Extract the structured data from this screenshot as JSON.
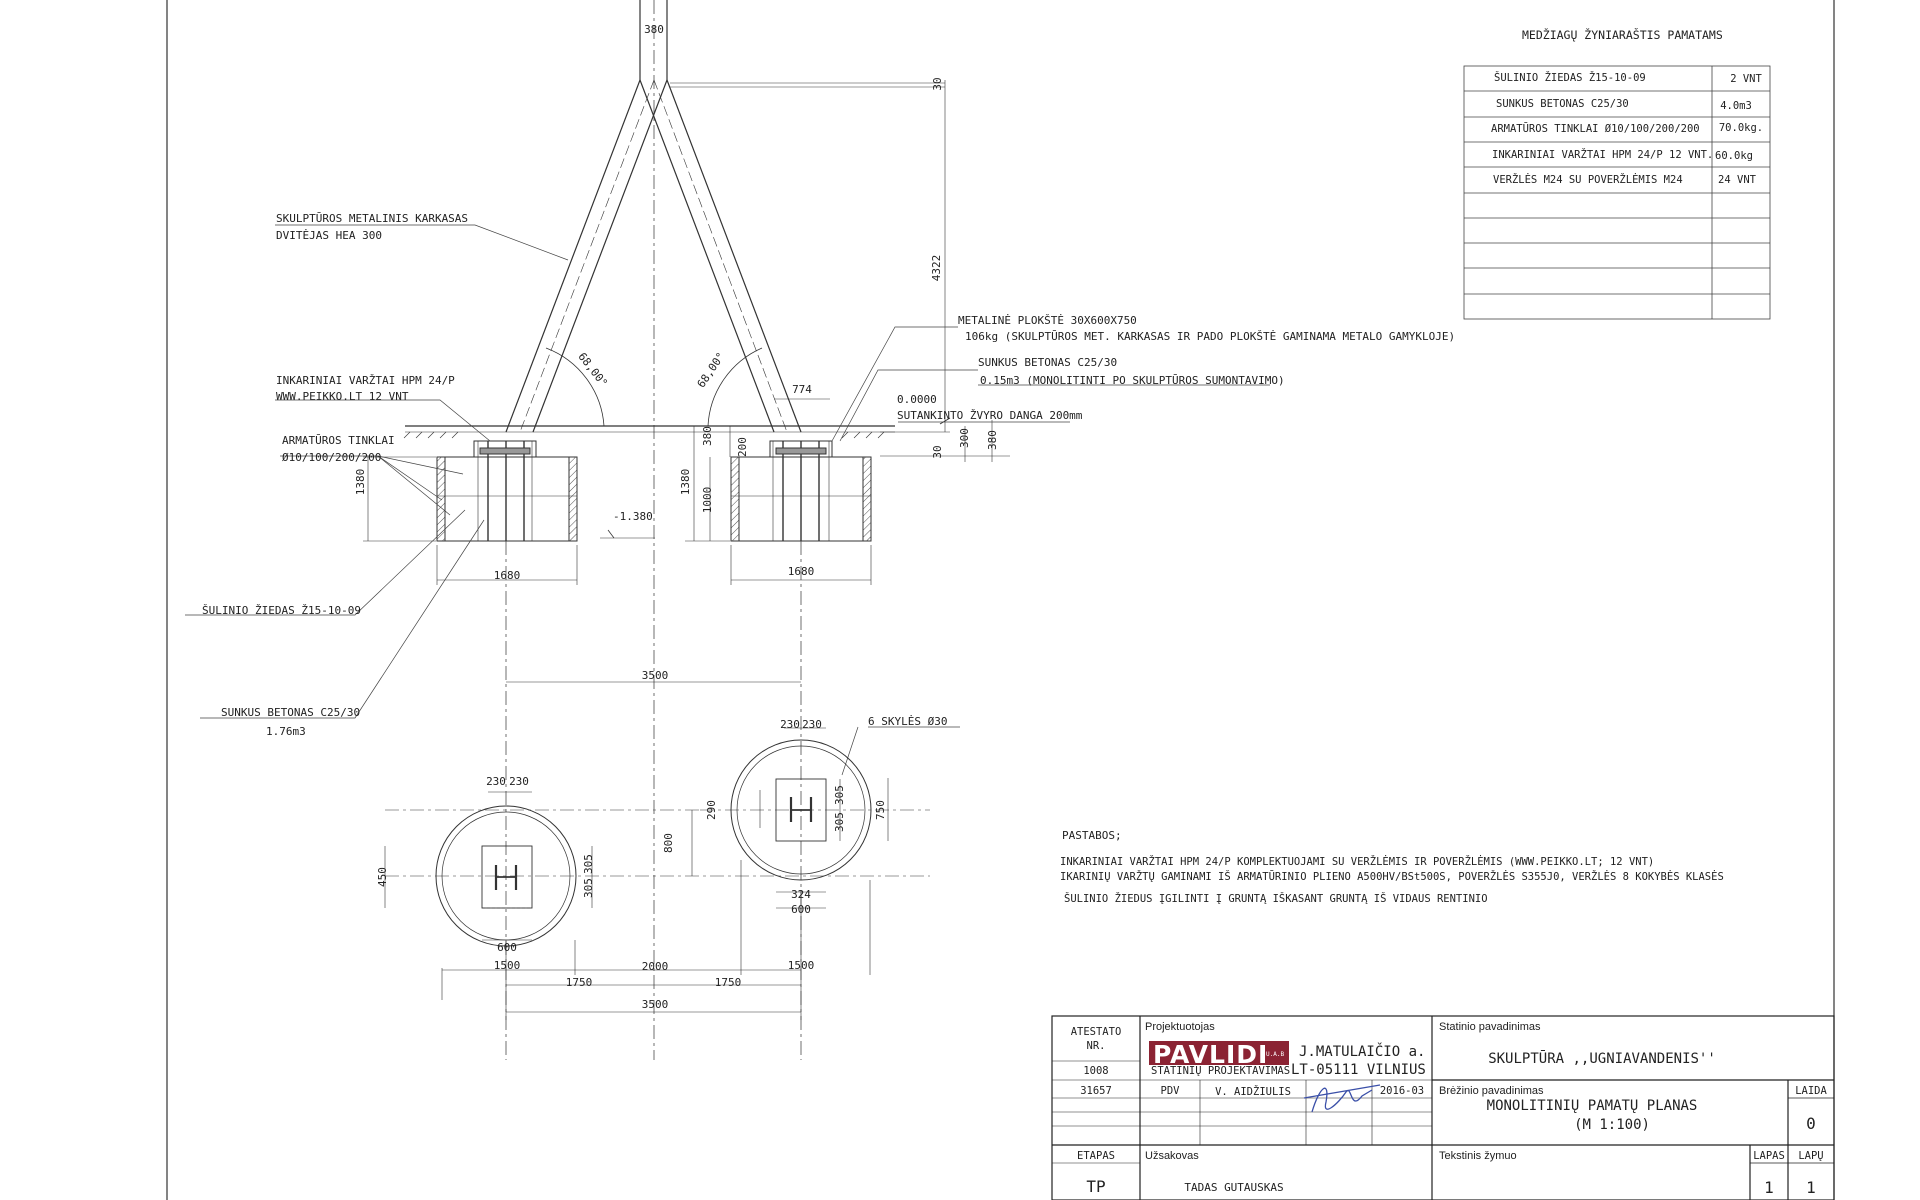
{
  "table": {
    "title": "MEDŽIAGŲ ŽYNIARAŠTIS PAMATAMS",
    "rows": [
      {
        "name": "ŠULINIO ŽIEDAS Ž15-10-09",
        "qty": "2 VNT"
      },
      {
        "name": "SUNKUS BETONAS C25/30",
        "qty": "4.0m3"
      },
      {
        "name": "ARMATŪROS TINKLAI  Ø10/100/200/200",
        "qty": "70.0kg."
      },
      {
        "name": "INKARINIAI VARŽTAI HPM 24/P 12 VNT.",
        "qty": "60.0kg"
      },
      {
        "name": "VERŽLĖS M24 SU POVERŽLĖMIS M24",
        "qty": "24 VNT"
      }
    ]
  },
  "labels": {
    "frame": "SKULPTŪROS METALINIS KARKASAS",
    "frame2": "DVITĖJAS    HEA 300",
    "anchors": "INKARINIAI VARŽTAI HPM 24/P",
    "anchors2": "WWW.PEIKKO.LT 12 VNT",
    "rebar": "ARMATŪROS TINKLAI",
    "rebar2": "Ø10/100/200/200",
    "ring": "ŠULINIO ŽIEDAS Ž15-10-09",
    "concrete": "SUNKUS BETONAS C25/30",
    "concrete2": "1.76m3",
    "plate": "METALINĖ PLOKŠTĖ 30X600X750",
    "plate2": "106kg (SKULPTŪROS MET. KARKASAS IR PADO PLOKŠTĖ GAMINAMA METALO GAMYKLOJE)",
    "conc_top": "SUNKUS BETONAS C25/30",
    "conc_top2": "0.15m3  (MONOLITINTI PO SKULPTŪROS SUMONTAVIMO)",
    "level0": "0.0000",
    "gravel": "SUTANKINTO ŽVYRO DANGA 200mm",
    "level_neg": "-1.380",
    "holes": "6 SKYLĖS Ø30"
  },
  "dims": {
    "d380top": "380",
    "d30a": "30",
    "d4322": "4322",
    "d30b": "30",
    "d380": "380",
    "d300": "300",
    "d200": "200",
    "d380b": "380",
    "d1380a": "1380",
    "d1380b": "1380",
    "d1000": "1000",
    "d774": "774",
    "d1680a": "1680",
    "d1680b": "1680",
    "d3500a": "3500",
    "a1": "68,00°",
    "a2": "68,00°",
    "p230a": "230",
    "p230b": "230",
    "p450": "450",
    "p305a": "305",
    "p305b": "305",
    "p600a": "600",
    "p1500a": "1500",
    "p800": "800",
    "q230a": "230",
    "q230b": "230",
    "q290": "290",
    "q305a": "305",
    "q305b": "305",
    "q750": "750",
    "q324": "324",
    "q600": "600",
    "q1500": "1500",
    "b1750a": "1750",
    "b2000": "2000",
    "b1750b": "1750",
    "b3500": "3500"
  },
  "notes": {
    "title": "PASTABOS;",
    "lines": [
      "INKARINIAI VARŽTAI HPM 24/P KOMPLEKTUOJAMI SU VERŽLĖMIS IR POVERŽLĖMIS  (WWW.PEIKKO.LT; 12 VNT)",
      "IKARINIŲ VARŽTŲ GAMINAMI IŠ ARMATŪRINIO PLIENO A500HV/BSt500S, POVERŽLĖS S355J0, VERŽLĖS 8 KOKYBĖS KLASĖS",
      "ŠULINIO ŽIEDUS ĮGILINTI Į GRUNTĄ IŠKASANT GRUNTĄ IŠ VIDAUS RENTINIO"
    ]
  },
  "title_block": {
    "atestato": "ATESTATO",
    "nr": "NR.",
    "att_num": "1008",
    "num2": "31657",
    "pdv": "PDV",
    "designer_name": "V. AIDŽIULIS",
    "date": "2016-03",
    "projektuotojas": "Projektuotojas",
    "logo": "PAVLIDI",
    "logo_small": "U.A.B",
    "address": "J.MATULAIČIO a.",
    "company": "STATINIŲ PROJEKTAVIMAS",
    "city": "LT-05111 VILNIUS",
    "statinio": "Statinio pavadinimas",
    "statinio_val": "SKULPTŪRA ,,UGNIAVANDENIS''",
    "brezinio": "Brėžinio pavadinimas",
    "brezinio_val": "MONOLITINIŲ  PAMATŲ PLANAS",
    "scale": "(M 1:100)",
    "laida": "LAIDA",
    "laida_val": "0",
    "etapas": "ETAPAS",
    "etapas_val": "TP",
    "uzsakovas": "Užsakovas",
    "uzsakovas_val": "TADAS GUTAUSKAS",
    "tekstinis": "Tekstinis žymuo",
    "lapas": "LAPAS",
    "lapas_val": "1",
    "lapu": "LAPŲ",
    "lapu_val": "1"
  },
  "colors": {
    "line": "#333333",
    "logo": "#8b2333"
  }
}
